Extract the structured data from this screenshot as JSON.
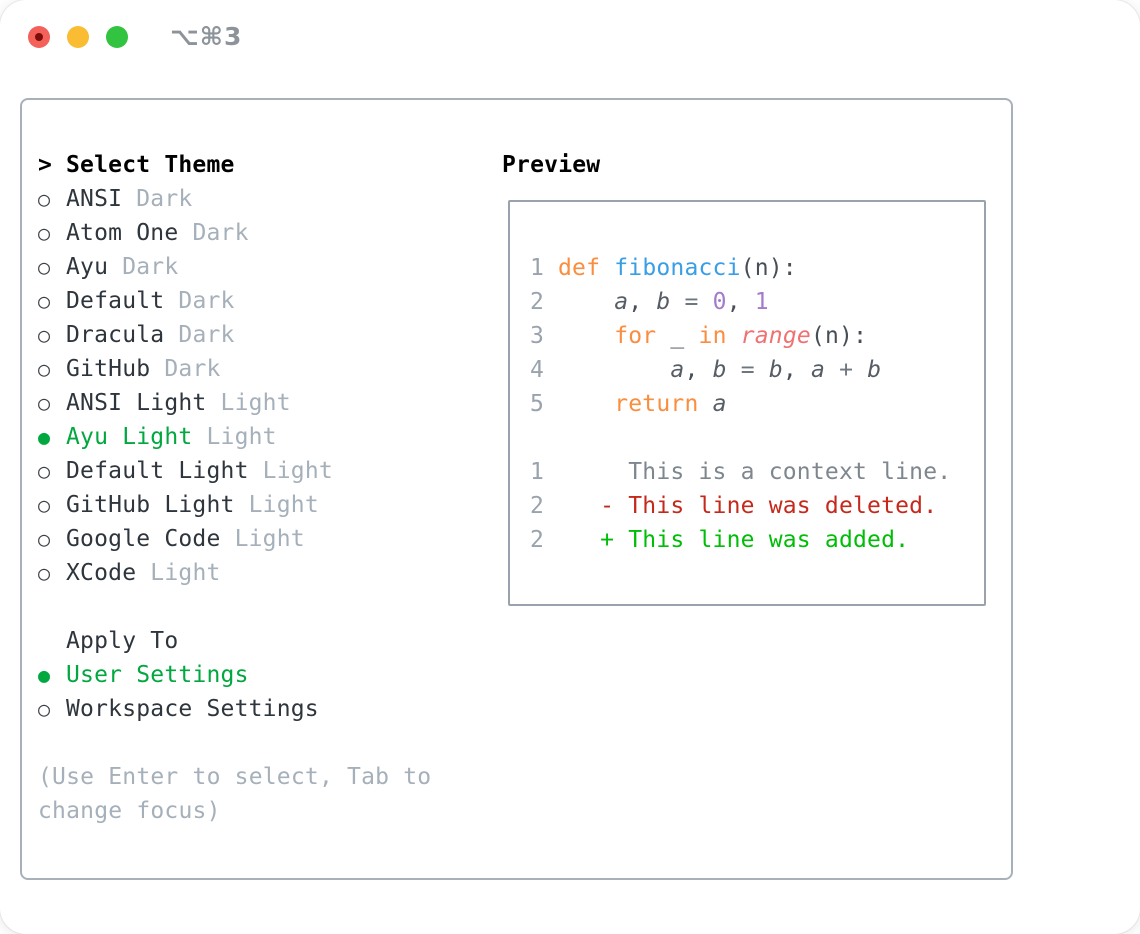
{
  "window": {
    "shortcut_label": "⌥⌘3",
    "traffic_lights": [
      "close-icon",
      "minimize-icon",
      "zoom-icon"
    ]
  },
  "colors": {
    "selection_green": "#00a83f",
    "diff_added_green": "#00bd07",
    "diff_deleted_red": "#c5291c",
    "diff_context_gray": "#7e868e",
    "keyword_orange": "#fa8d3e",
    "function_blue": "#399ee6",
    "builtin_coral": "#f07171",
    "number_purple": "#a37acc",
    "muted_gray": "#a6b0ba",
    "panel_border": "#a8b1ba",
    "traffic_red": "#f4605a",
    "traffic_yellow": "#f9bc33",
    "traffic_green": "#32c341"
  },
  "theme_picker": {
    "header_prefix": ">",
    "header": "Select Theme",
    "radio_empty": "○",
    "radio_filled": "●",
    "items": [
      {
        "label": "ANSI",
        "tag": "Dark",
        "selected": false
      },
      {
        "label": "Atom One",
        "tag": "Dark",
        "selected": false
      },
      {
        "label": "Ayu",
        "tag": "Dark",
        "selected": false
      },
      {
        "label": "Default",
        "tag": "Dark",
        "selected": false
      },
      {
        "label": "Dracula",
        "tag": "Dark",
        "selected": false
      },
      {
        "label": "GitHub",
        "tag": "Dark",
        "selected": false
      },
      {
        "label": "ANSI Light",
        "tag": "Light",
        "selected": false
      },
      {
        "label": "Ayu Light",
        "tag": "Light",
        "selected": true
      },
      {
        "label": "Default Light",
        "tag": "Light",
        "selected": false
      },
      {
        "label": "GitHub Light",
        "tag": "Light",
        "selected": false
      },
      {
        "label": "Google Code",
        "tag": "Light",
        "selected": false
      },
      {
        "label": "XCode",
        "tag": "Light",
        "selected": false
      }
    ],
    "apply_to": {
      "header": "Apply To",
      "options": [
        {
          "label": "User Settings",
          "selected": true
        },
        {
          "label": "Workspace Settings",
          "selected": false
        }
      ]
    },
    "hint_lines": [
      "(Use Enter to select, Tab to",
      "change focus)"
    ]
  },
  "preview": {
    "header": "Preview",
    "code_lines": [
      {
        "num": "1",
        "segments": [
          {
            "text": "def",
            "style": "kw"
          },
          {
            "text": " ",
            "style": "pl"
          },
          {
            "text": "fibonacci",
            "style": "fn"
          },
          {
            "text": "(n):",
            "style": "pl"
          }
        ]
      },
      {
        "num": "2",
        "segments": [
          {
            "text": "    ",
            "style": "pl"
          },
          {
            "text": "a",
            "style": "va"
          },
          {
            "text": ", ",
            "style": "pl"
          },
          {
            "text": "b",
            "style": "va"
          },
          {
            "text": " ",
            "style": "pl"
          },
          {
            "text": "=",
            "style": "op"
          },
          {
            "text": " ",
            "style": "pl"
          },
          {
            "text": "0",
            "style": "nu"
          },
          {
            "text": ", ",
            "style": "pl"
          },
          {
            "text": "1",
            "style": "nu"
          }
        ]
      },
      {
        "num": "3",
        "segments": [
          {
            "text": "    ",
            "style": "pl"
          },
          {
            "text": "for",
            "style": "kw"
          },
          {
            "text": " _ ",
            "style": "pl"
          },
          {
            "text": "in",
            "style": "kw"
          },
          {
            "text": " ",
            "style": "pl"
          },
          {
            "text": "range",
            "style": "bi"
          },
          {
            "text": "(n):",
            "style": "pl"
          }
        ]
      },
      {
        "num": "4",
        "segments": [
          {
            "text": "        ",
            "style": "pl"
          },
          {
            "text": "a",
            "style": "va"
          },
          {
            "text": ", ",
            "style": "pl"
          },
          {
            "text": "b",
            "style": "va"
          },
          {
            "text": " ",
            "style": "pl"
          },
          {
            "text": "=",
            "style": "op"
          },
          {
            "text": " ",
            "style": "pl"
          },
          {
            "text": "b",
            "style": "va"
          },
          {
            "text": ", ",
            "style": "pl"
          },
          {
            "text": "a",
            "style": "va"
          },
          {
            "text": " ",
            "style": "pl"
          },
          {
            "text": "+",
            "style": "op"
          },
          {
            "text": " ",
            "style": "pl"
          },
          {
            "text": "b",
            "style": "va"
          }
        ]
      },
      {
        "num": "5",
        "segments": [
          {
            "text": "    ",
            "style": "pl"
          },
          {
            "text": "return",
            "style": "kw"
          },
          {
            "text": " ",
            "style": "pl"
          },
          {
            "text": "a",
            "style": "va"
          }
        ]
      }
    ],
    "diff_lines": [
      {
        "num": "1",
        "segments": [
          {
            "text": "     This is a context line.",
            "style": "ctx"
          }
        ]
      },
      {
        "num": "2",
        "segments": [
          {
            "text": "   - This line was deleted.",
            "style": "del"
          }
        ]
      },
      {
        "num": "2",
        "segments": [
          {
            "text": "   + This line was added.",
            "style": "add"
          }
        ]
      }
    ]
  }
}
